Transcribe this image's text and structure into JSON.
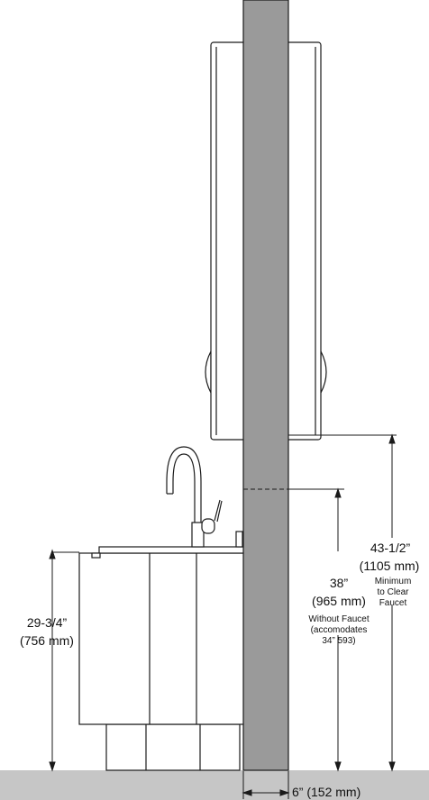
{
  "colors": {
    "floor": "#c6c6c6",
    "wall": "#9a9a9a",
    "line": "#1a1a1a",
    "fill": "#ffffff"
  },
  "dimensions": {
    "cabinet_height": {
      "imperial": "29-3/4”",
      "metric": "(756 mm)"
    },
    "clear_faucet": {
      "imperial": "43-1/2”",
      "metric": "(1105 mm)",
      "note": [
        "Minimum",
        "to Clear",
        "Faucet"
      ]
    },
    "without_faucet": {
      "imperial": "38”",
      "metric": "(965 mm)",
      "note": [
        "Without Faucet",
        "(accomodates",
        "34” 593)"
      ]
    },
    "wall_offset": {
      "label": "6” (152 mm)"
    }
  }
}
